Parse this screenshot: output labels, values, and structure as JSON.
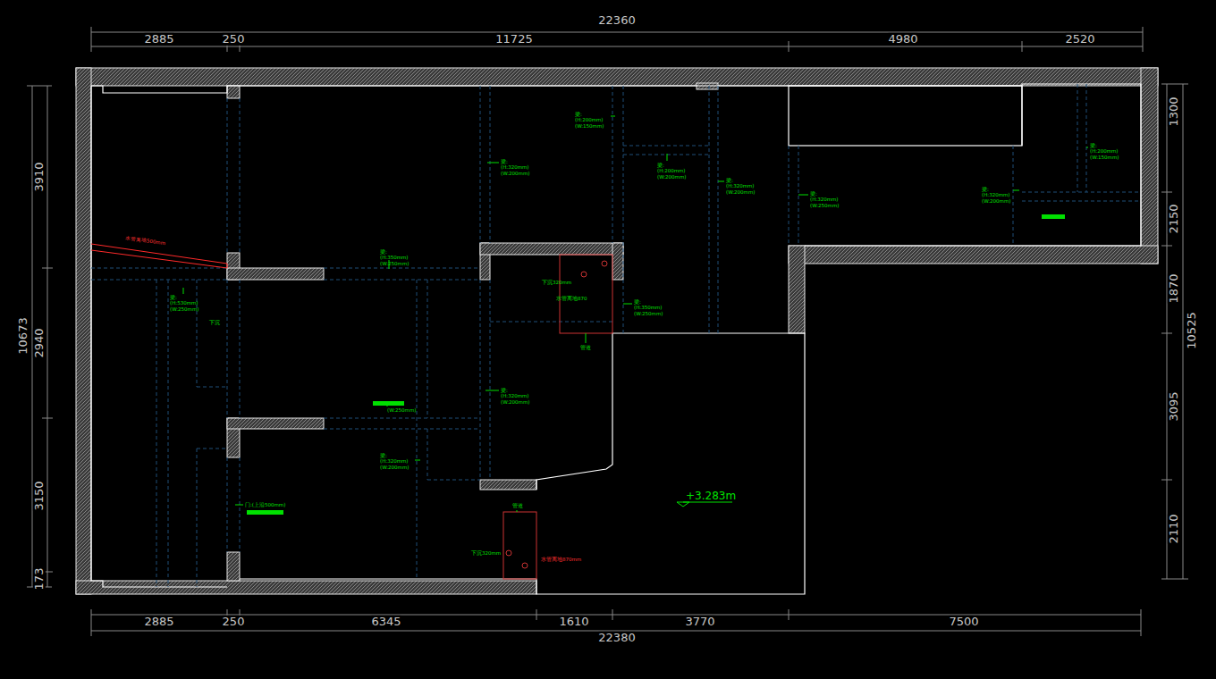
{
  "diagram": {
    "labels": [
      "22360",
      "2885",
      "250",
      "11725",
      "4980",
      "2520",
      "2885",
      "250",
      "6345",
      "1610",
      "3770",
      "7500",
      "22380",
      "3910",
      "2940",
      "3150",
      "173",
      "10673",
      "1300",
      "2150",
      "1870",
      "3095",
      "2110",
      "10525",
      "+3.283m",
      "梁:(H:200mm) (W:150mm)",
      "梁:(H:320mm) (W:200mm)",
      "梁:(H:200mm) (W:200mm)",
      "梁:(H:320mm) (W:200mm)",
      "梁:(H:320mm) (W:250mm)",
      "梁:(H:320mm) (W:200mm)",
      "梁:(H:200mm) (W:150mm)",
      "梁:(H:350mm) (W:250mm)",
      "梁:(H:530mm) (W:250mm)",
      "下沉",
      "水管离地500mm",
      "下沉320mm",
      "水管离地870",
      "管道",
      "梁:(H:350mm) (W:250mm)",
      "梁:(H:320mm) (W:200mm)",
      "(W:250mm)",
      "梁:(H:320mm) (W:200mm)",
      "门:(上沿500mm)",
      "管道",
      "下沉320mm",
      "水管离地870mm"
    ]
  }
}
